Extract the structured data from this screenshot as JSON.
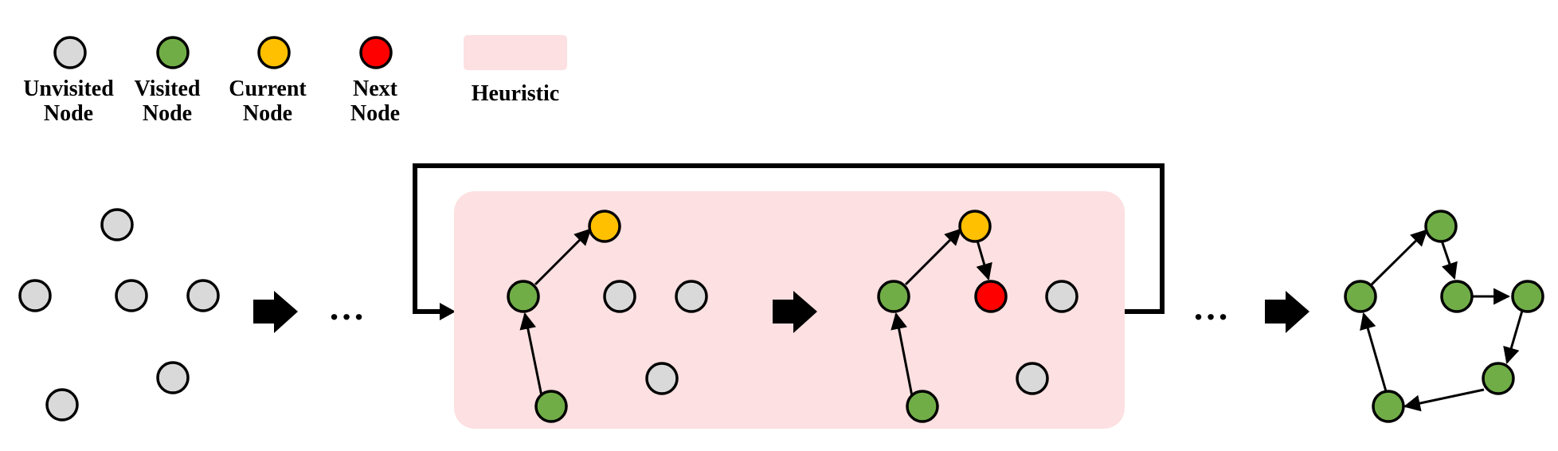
{
  "legend": {
    "unvisited": {
      "line1": "Unvisited",
      "line2": "Node"
    },
    "visited": {
      "line1": "Visited",
      "line2": "Node"
    },
    "current": {
      "line1": "Current",
      "line2": "Node"
    },
    "next": {
      "line1": "Next",
      "line2": "Node"
    },
    "heuristic": "Heuristic"
  },
  "ellipsis": "…",
  "colors": {
    "unvisited": "#d9d9d9",
    "visited": "#70ad47",
    "current": "#ffc000",
    "next": "#ff0000",
    "heuristic_bg": "#fde0e1",
    "stroke": "#000000"
  },
  "stages": [
    {
      "name": "initial",
      "nodes": [
        "unvisited",
        "unvisited",
        "unvisited",
        "unvisited",
        "unvisited",
        "unvisited"
      ]
    },
    {
      "name": "step-current",
      "nodes": [
        "visited",
        "visited",
        "current",
        "unvisited",
        "unvisited",
        "unvisited"
      ]
    },
    {
      "name": "step-next",
      "nodes": [
        "visited",
        "visited",
        "current",
        "next",
        "unvisited",
        "unvisited"
      ]
    },
    {
      "name": "final",
      "nodes": [
        "visited",
        "visited",
        "visited",
        "visited",
        "visited",
        "visited"
      ]
    }
  ]
}
